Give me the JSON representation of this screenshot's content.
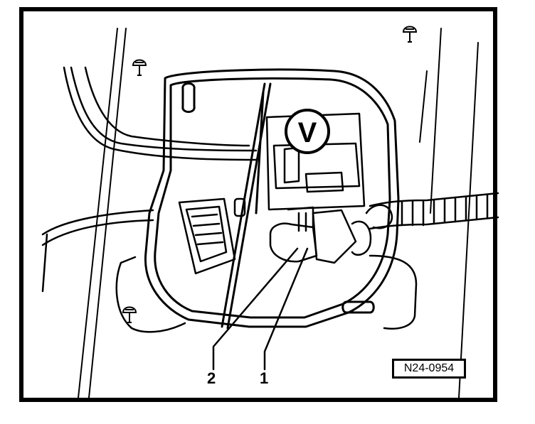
{
  "callouts": [
    {
      "label": "2"
    },
    {
      "label": "1"
    }
  ],
  "valve_marker": "V",
  "reference_code": "N24-0954"
}
